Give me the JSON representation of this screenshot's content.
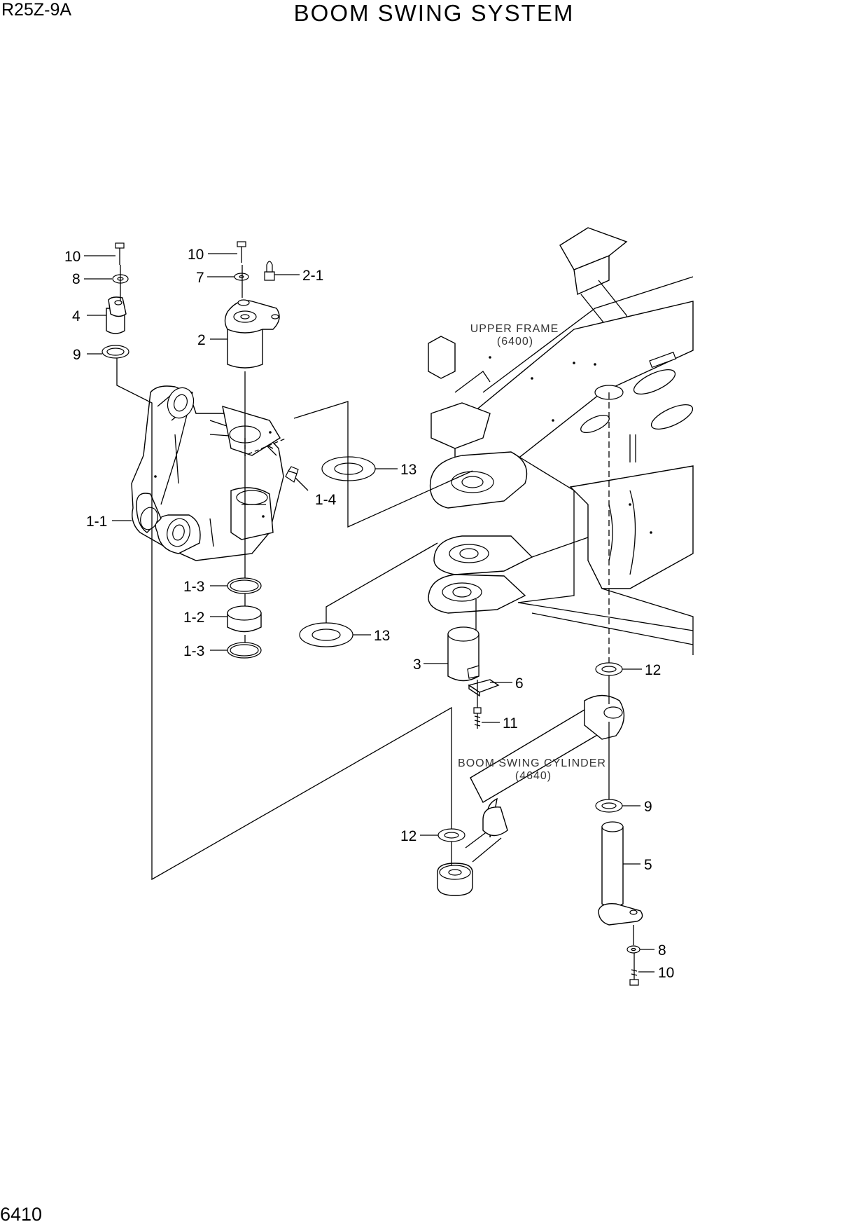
{
  "header": {
    "model_code": "R25Z-9A",
    "title": "BOOM SWING SYSTEM"
  },
  "footer": {
    "page_number": "6410"
  },
  "annotations": {
    "upper_frame_name": "UPPER FRAME",
    "upper_frame_ref": "(6400)",
    "cylinder_name": "BOOM SWING CYLINDER",
    "cylinder_ref": "(4640)"
  },
  "callouts": [
    "10",
    "8",
    "4",
    "9",
    "10",
    "7",
    "2-1",
    "2",
    "13",
    "1-4",
    "1-1",
    "1-3",
    "1-2",
    "1-3",
    "13",
    "3",
    "6",
    "11",
    "12",
    "12",
    "9",
    "5",
    "8",
    "10"
  ]
}
